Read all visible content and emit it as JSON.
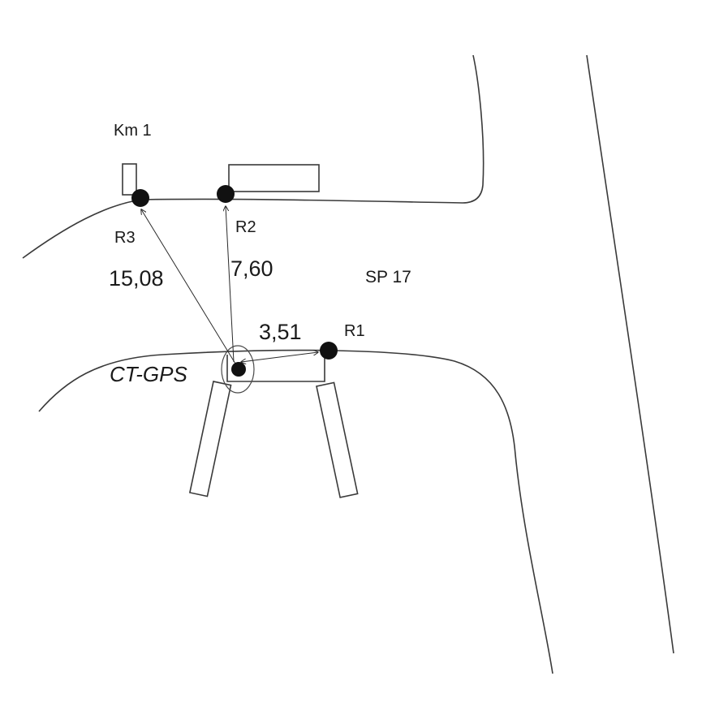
{
  "labels": {
    "km": "Km 1",
    "road": "SP 17",
    "station": "CT-GPS"
  },
  "references": [
    {
      "id": "r1",
      "name": "R1",
      "distance": "3,51"
    },
    {
      "id": "r2",
      "name": "R2",
      "distance": "7,60"
    },
    {
      "id": "r3",
      "name": "R3",
      "distance": "15,08"
    }
  ],
  "colors": {
    "line": "#3a3a3a",
    "marker": "#111111",
    "text": "#1a1a1a"
  }
}
